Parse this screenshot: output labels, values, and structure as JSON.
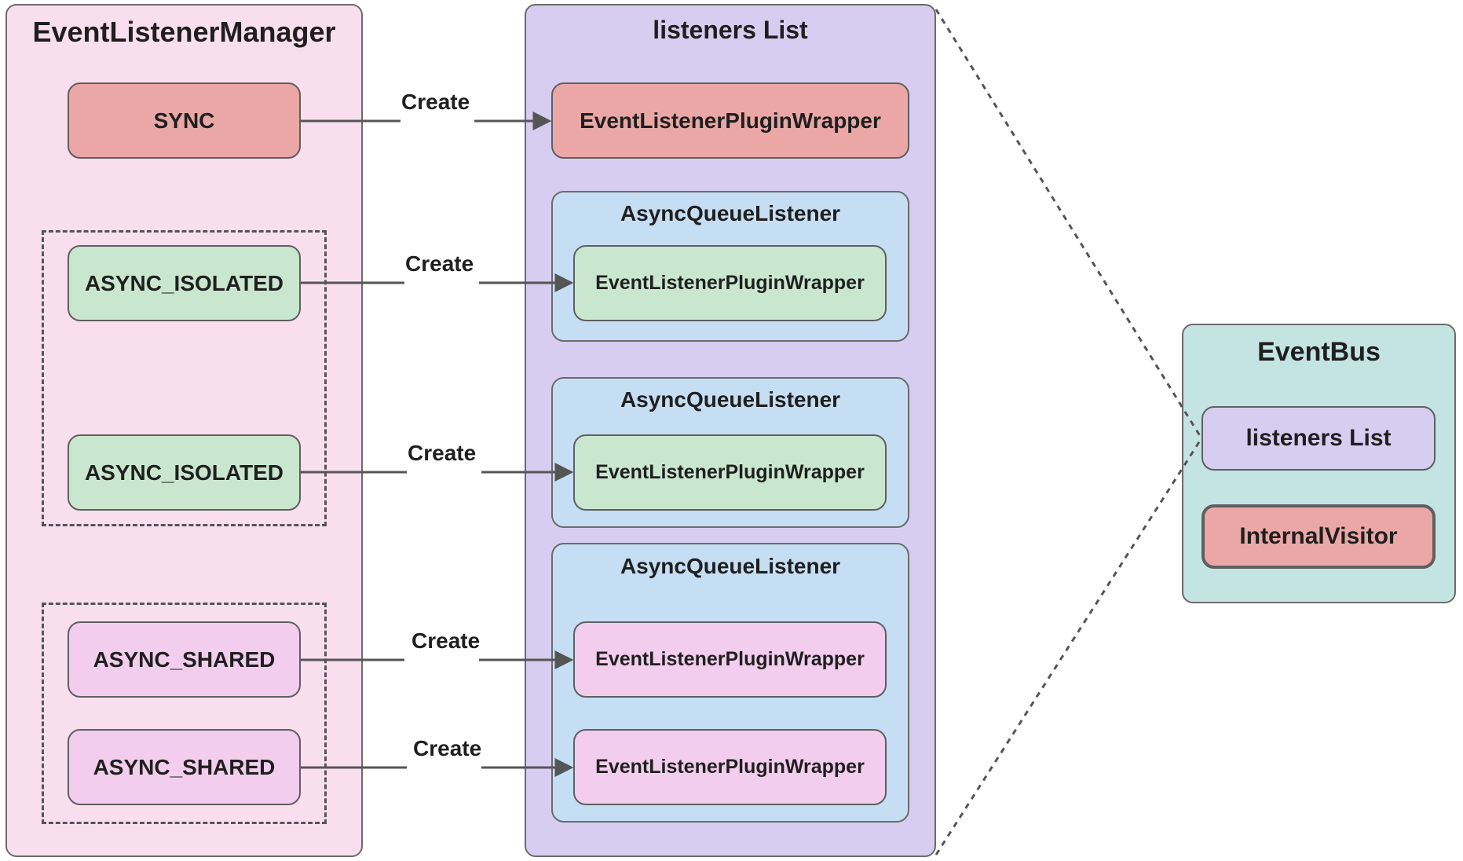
{
  "manager": {
    "title": "EventListenerManager",
    "sync_label": "SYNC",
    "isolated_1": "ASYNC_ISOLATED",
    "isolated_2": "ASYNC_ISOLATED",
    "shared_1": "ASYNC_SHARED",
    "shared_2": "ASYNC_SHARED"
  },
  "listeners_list": {
    "title": "listeners List",
    "sync_wrapper": "EventListenerPluginWrapper",
    "queue_1": {
      "title": "AsyncQueueListener",
      "wrapper": "EventListenerPluginWrapper"
    },
    "queue_2": {
      "title": "AsyncQueueListener",
      "wrapper": "EventListenerPluginWrapper"
    },
    "queue_3": {
      "title": "AsyncQueueListener",
      "wrapper_1": "EventListenerPluginWrapper",
      "wrapper_2": "EventListenerPluginWrapper"
    }
  },
  "arrows": {
    "label": "Create"
  },
  "eventbus": {
    "title": "EventBus",
    "listeners": "listeners List",
    "visitor": "InternalVisitor"
  },
  "colors": {
    "manager_bg": "#f9dfee",
    "list_bg": "#d7cdf0",
    "queue_bg": "#c5def3",
    "eventbus_bg": "#c4e4e4",
    "sync_red": "#eaa7a6",
    "isolated_green": "#c9e7cf",
    "shared_pink": "#f2cdee"
  }
}
